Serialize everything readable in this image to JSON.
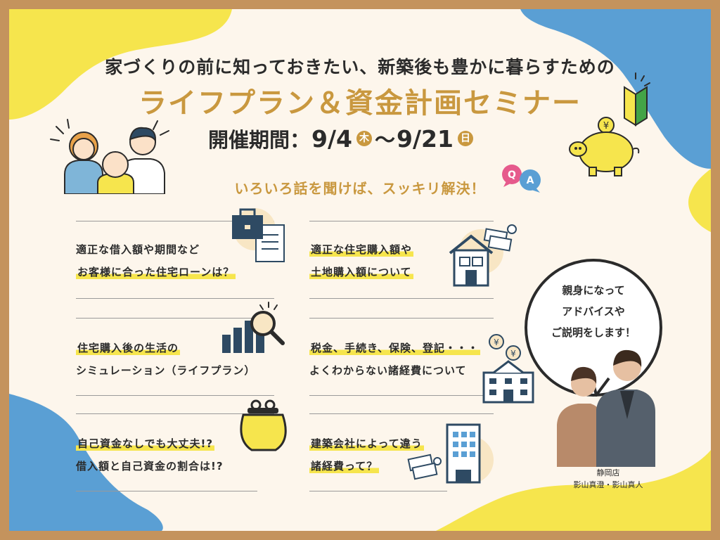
{
  "headline": "家づくりの前に知っておきたい、新築後も豊かに暮らすための",
  "title": "ライフプラン＆資金計画セミナー",
  "period": {
    "label": "開催期間：",
    "start_date": "9/4",
    "start_day": "木",
    "separator": "〜",
    "end_date": "9/21",
    "end_day": "日"
  },
  "tagline": "いろいろ話を聞けば、スッキリ解決！",
  "qa_badge": {
    "q": "Q",
    "a": "A"
  },
  "items": [
    {
      "lines": [
        "適正な借入額や期間など",
        "お客様に合った住宅ローンは？"
      ]
    },
    {
      "lines": [
        "適正な住宅購入額や",
        "土地購入額について"
      ]
    },
    {
      "lines": [
        "住宅購入後の生活の",
        "シミュレーション（ライフプラン）"
      ]
    },
    {
      "lines": [
        "税金、手続き、保険、登記・・・",
        "よくわからない諸経費について"
      ]
    },
    {
      "lines": [
        "自己資金なしでも大丈夫!?",
        "借入額と自己資金の割合は!?"
      ]
    },
    {
      "lines": [
        "建築会社によって違う",
        "諸経費って？"
      ]
    }
  ],
  "speech_bubble": {
    "lines": [
      "親身になって",
      "アドバイスや",
      "ご説明をします！"
    ]
  },
  "staff": {
    "store": "静岡店",
    "names": "影山真澄・影山真人"
  },
  "colors": {
    "gold": "#c9983f",
    "yellow": "#f6e54d",
    "blue": "#5a9fd4",
    "navy": "#2e4a63",
    "frame": "#c4935d",
    "cream": "#fdf6ec",
    "text": "#2b2b2b"
  }
}
